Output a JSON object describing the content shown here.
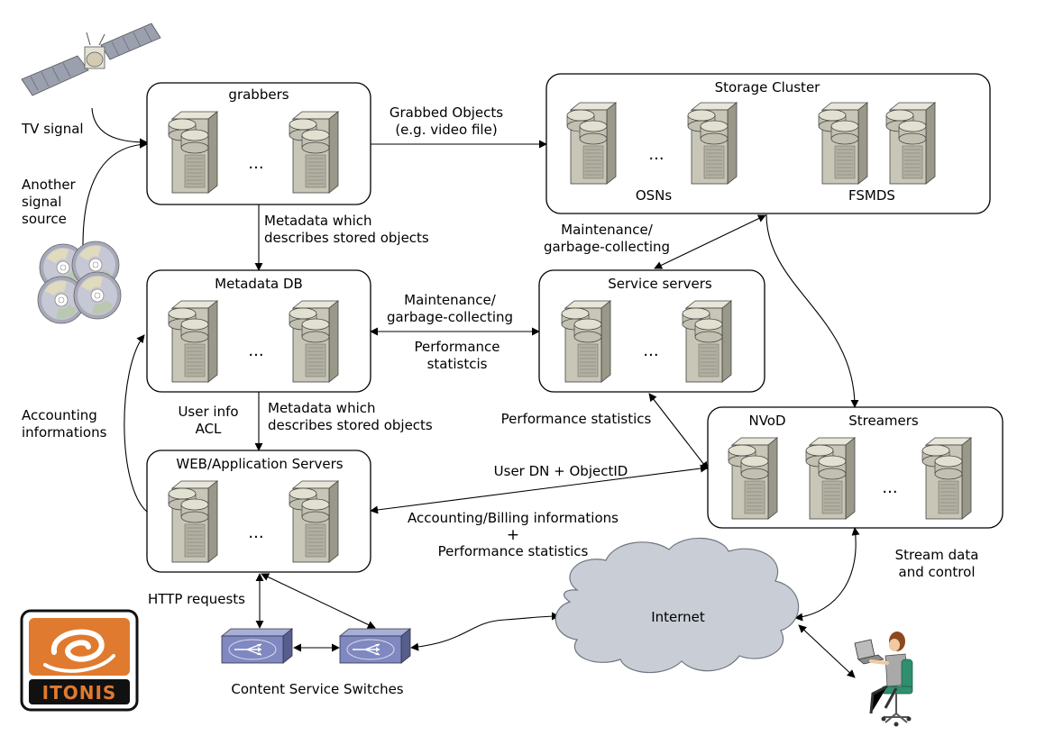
{
  "boxes": {
    "grabbers": "grabbers",
    "storage": "Storage Cluster",
    "osns": "OSNs",
    "fsmds": "FSMDS",
    "metadata_db": "Metadata DB",
    "service": "Service servers",
    "web": "WEB/Application Servers",
    "nvod": "NVoD",
    "streamers": "Streamers",
    "ellipsis": "..."
  },
  "labels": {
    "tv_signal": "TV signal",
    "another_signal": [
      "Another",
      "signal",
      "source"
    ],
    "grabbed_objects": [
      "Grabbed Objects",
      "(e.g. video file)"
    ],
    "metadata_top": [
      "Metadata which",
      "describes stored objects"
    ],
    "maint_top": [
      "Maintenance/",
      "garbage-collecting"
    ],
    "maint_mid": [
      "Maintenance/",
      "garbage-collecting"
    ],
    "perf_mid": [
      "Performance",
      "statistcis"
    ],
    "perf_service": "Performance statistics",
    "user_info": [
      "User info",
      "ACL"
    ],
    "metadata_bottom": [
      "Metadata which",
      "describes stored objects"
    ],
    "accounting_left": [
      "Accounting",
      "informations"
    ],
    "user_dn": "User DN + ObjectID",
    "billing": [
      "Accounting/Billing informations",
      "+",
      "Performance statistics"
    ],
    "http": "HTTP requests",
    "switches": "Content Service Switches",
    "internet": "Internet",
    "stream": [
      "Stream data",
      "and control"
    ]
  },
  "logo": {
    "text": "ITONIS",
    "color": "#e07a2e"
  },
  "icons": [
    "satellite-icon",
    "cd-stack-icon",
    "server-icon",
    "switch-icon",
    "cloud-icon",
    "user-laptop-icon"
  ]
}
